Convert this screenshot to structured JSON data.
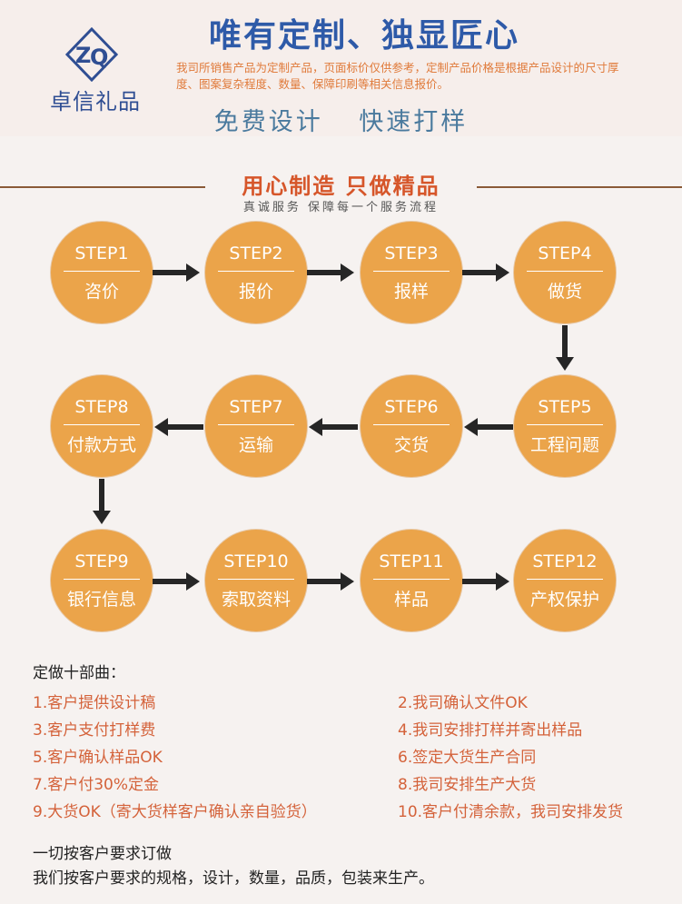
{
  "header": {
    "brand_name": "卓信礼品",
    "logo_letters": "ZQ",
    "slogan": "唯有定制、独显匠心",
    "notice": "我司所销售产品为定制产品，页面标价仅供参考，定制产品价格是根据产品设计的尺寸厚度、图案复杂程度、数量、保障印刷等相关信息报价。",
    "services": [
      "免费设计",
      "快速打样"
    ]
  },
  "section": {
    "title": "用心制造 只做精品",
    "subtitle": "真诚服务 保障每一个服务流程"
  },
  "steps": [
    {
      "num": "STEP1",
      "name": "咨价"
    },
    {
      "num": "STEP2",
      "name": "报价"
    },
    {
      "num": "STEP3",
      "name": "报样"
    },
    {
      "num": "STEP4",
      "name": "做货"
    },
    {
      "num": "STEP5",
      "name": "工程问题"
    },
    {
      "num": "STEP6",
      "name": "交货"
    },
    {
      "num": "STEP7",
      "name": "运输"
    },
    {
      "num": "STEP8",
      "name": "付款方式"
    },
    {
      "num": "STEP9",
      "name": "银行信息"
    },
    {
      "num": "STEP10",
      "name": "索取资料"
    },
    {
      "num": "STEP11",
      "name": "样品"
    },
    {
      "num": "STEP12",
      "name": "产权保护"
    }
  ],
  "process": {
    "heading": "定做十部曲：",
    "items": [
      "1.客户提供设计稿",
      "2.我司确认文件OK",
      "3.客户支付打样费",
      "4.我司安排打样并寄出样品",
      "5.客户确认样品OK",
      "6.签定大货生产合同",
      "7.客户付30%定金",
      "8.我司安排生产大货",
      "9.大货OK（寄大货样客户确认亲自验货）",
      "10.客户付清余款，我司安排发货"
    ]
  },
  "footer": {
    "line1": "一切按客户要求订做",
    "line2": "我们按客户要求的规格，设计，数量，品质，包装来生产。"
  },
  "colors": {
    "circle": "#eba44a",
    "brand_blue": "#2e5aa8",
    "accent_orange": "#d6562a",
    "process_text": "#d4623a"
  }
}
